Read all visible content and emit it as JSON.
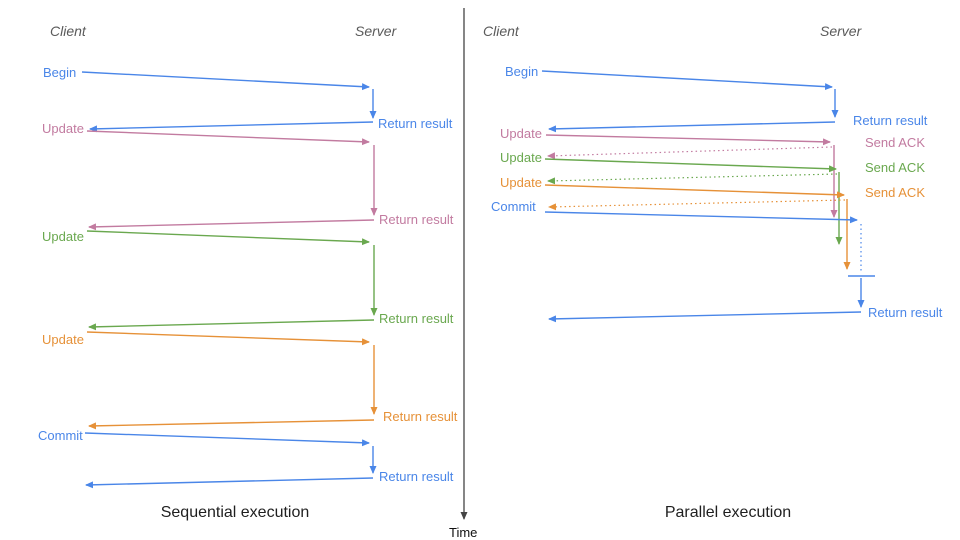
{
  "colors": {
    "blue": "#4a86e8",
    "pink": "#c27ba0",
    "green": "#6aa84f",
    "orange": "#e69138",
    "axis": "#444444",
    "header": "#5a5a5a",
    "title": "#1f1f1f"
  },
  "left": {
    "client_header": "Client",
    "server_header": "Server",
    "title": "Sequential execution",
    "steps": [
      {
        "label": "Begin",
        "response": "Return result"
      },
      {
        "label": "Update",
        "response": "Return result"
      },
      {
        "label": "Update",
        "response": "Return result"
      },
      {
        "label": "Update",
        "response": "Return result"
      },
      {
        "label": "Commit",
        "response": "Return result"
      }
    ]
  },
  "right": {
    "client_header": "Client",
    "server_header": "Server",
    "title": "Parallel execution",
    "steps": [
      {
        "label": "Begin",
        "response": "Return result"
      },
      {
        "label": "Update",
        "response": "Send ACK"
      },
      {
        "label": "Update",
        "response": "Send ACK"
      },
      {
        "label": "Update",
        "response": "Send ACK"
      },
      {
        "label": "Commit",
        "response": "Return result"
      }
    ]
  },
  "time_axis": {
    "label": "Time"
  }
}
